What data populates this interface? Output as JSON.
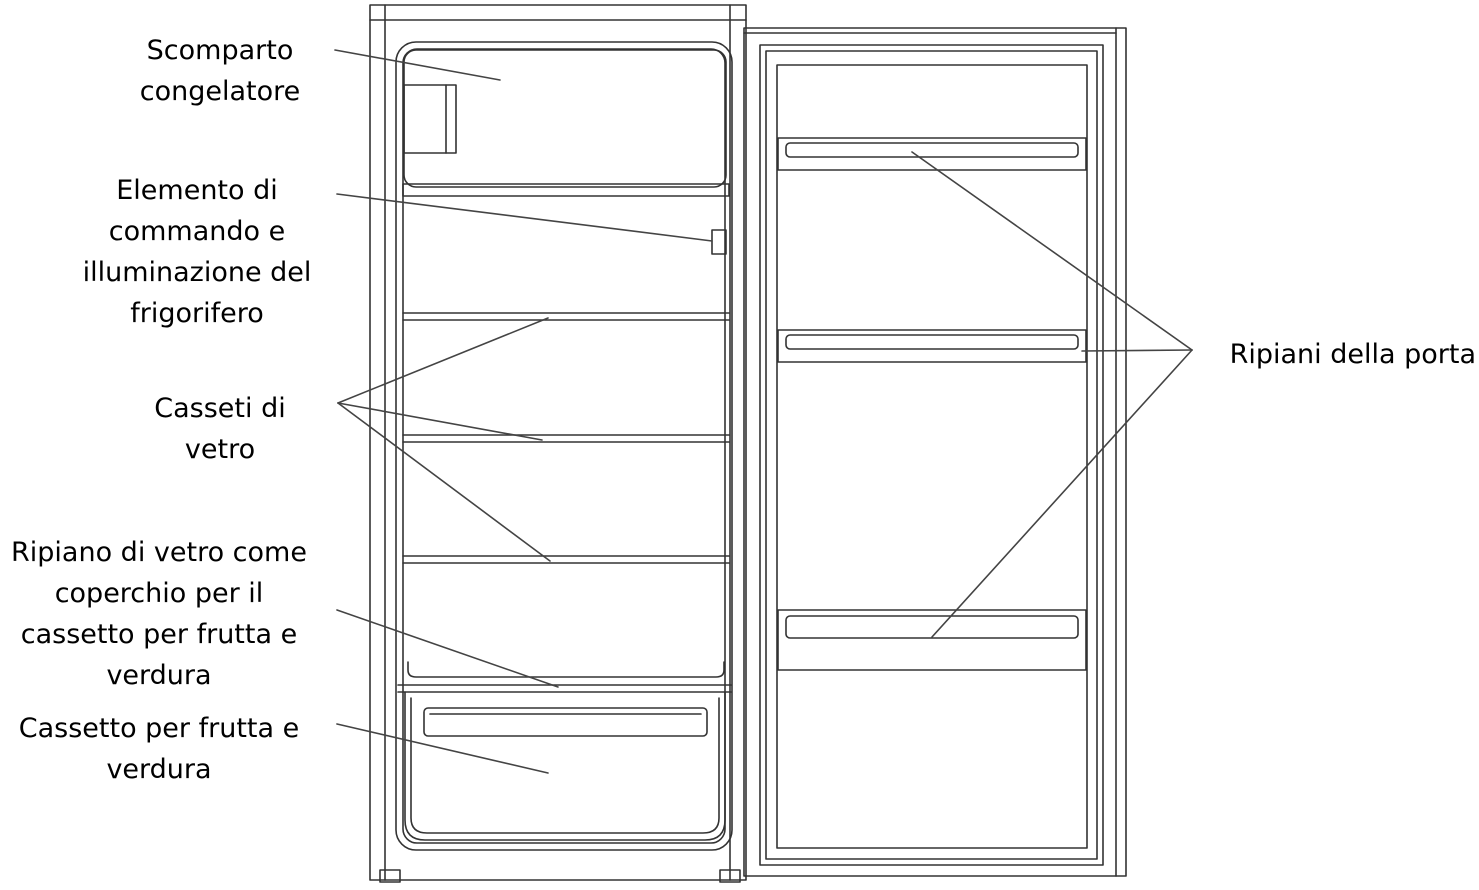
{
  "colors": {
    "outline": "#333333",
    "leader": "#444444",
    "text": "#000000",
    "background": "#ffffff"
  },
  "labels": {
    "freezer": [
      "Scomparto",
      "congelatore"
    ],
    "control": [
      "Elemento di",
      "commando e",
      "illuminazione del",
      "frigorifero"
    ],
    "shelves": [
      "Casseti di",
      "vetro"
    ],
    "crisper_cover": [
      "Ripiano di vetro come",
      "coperchio per il",
      "cassetto per frutta e",
      "verdura"
    ],
    "crisper": [
      "Cassetto per frutta e",
      "verdura"
    ],
    "door_shelves": [
      "Ripiani della porta"
    ]
  }
}
